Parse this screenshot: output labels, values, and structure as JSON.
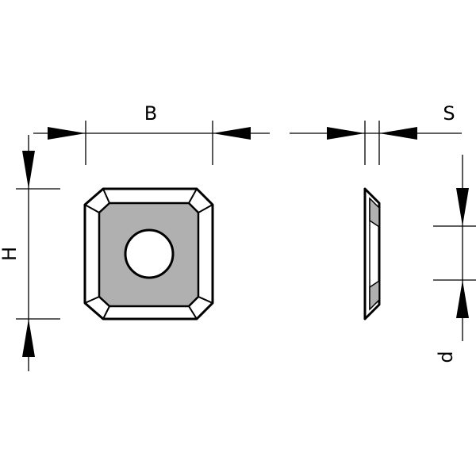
{
  "labels": {
    "width": "B",
    "thickness": "S",
    "height": "H",
    "hole": "d"
  },
  "colors": {
    "outline": "#000000",
    "face": "#b0b0b0",
    "bevel": "#ffffff",
    "background": "#ffffff"
  }
}
